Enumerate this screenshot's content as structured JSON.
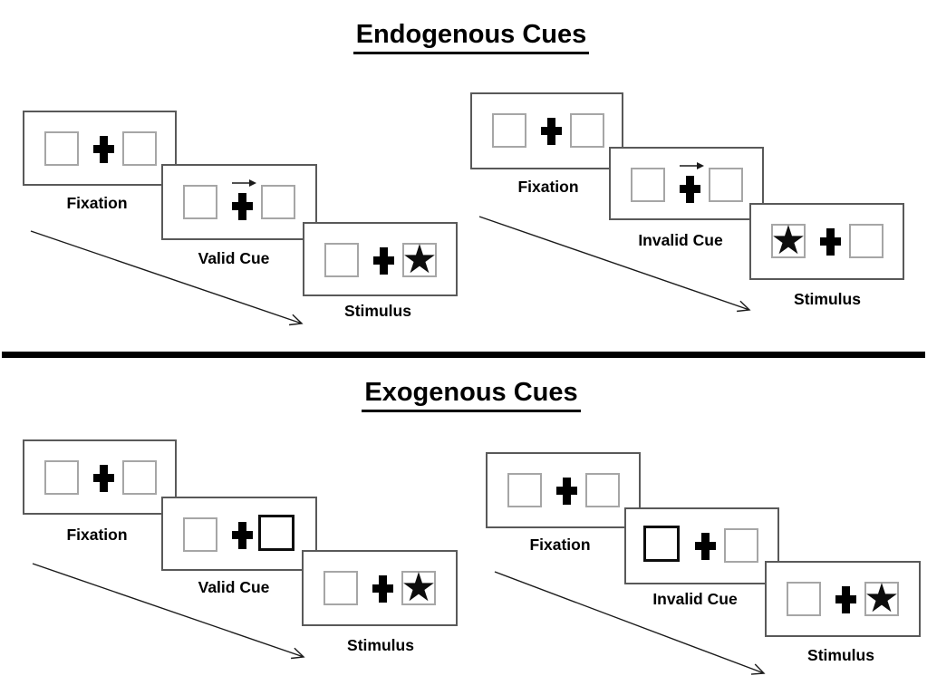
{
  "page": {
    "background": "#ffffff"
  },
  "sections": [
    {
      "title": "Endogenous Cues"
    },
    {
      "title": "Exogenous Cues"
    }
  ],
  "sequences": [
    {
      "section": "Endogenous Cues",
      "condition": "valid",
      "cue_type": "central-arrow-right",
      "stimulus_side": "right",
      "frames": [
        {
          "label": "Fixation"
        },
        {
          "label": "Valid Cue"
        },
        {
          "label": "Stimulus"
        }
      ]
    },
    {
      "section": "Endogenous Cues",
      "condition": "invalid",
      "cue_type": "central-arrow-right",
      "stimulus_side": "left",
      "frames": [
        {
          "label": "Fixation"
        },
        {
          "label": "Invalid Cue"
        },
        {
          "label": "Stimulus"
        }
      ]
    },
    {
      "section": "Exogenous Cues",
      "condition": "valid",
      "cue_type": "peripheral-box-right",
      "stimulus_side": "right",
      "frames": [
        {
          "label": "Fixation"
        },
        {
          "label": "Valid Cue"
        },
        {
          "label": "Stimulus"
        }
      ]
    },
    {
      "section": "Exogenous Cues",
      "condition": "invalid",
      "cue_type": "peripheral-box-left",
      "stimulus_side": "right",
      "frames": [
        {
          "label": "Fixation"
        },
        {
          "label": "Invalid Cue"
        },
        {
          "label": "Stimulus"
        }
      ]
    }
  ],
  "icons": {
    "star_glyph": "★",
    "fixation_cross": "heavy-plus",
    "cue_arrow": "right-arrow",
    "sequence_arrow": "diagonal-arrow"
  },
  "colors": {
    "panel_border": "#595959",
    "box_border": "#a6a6a6",
    "ink": "#000000"
  }
}
